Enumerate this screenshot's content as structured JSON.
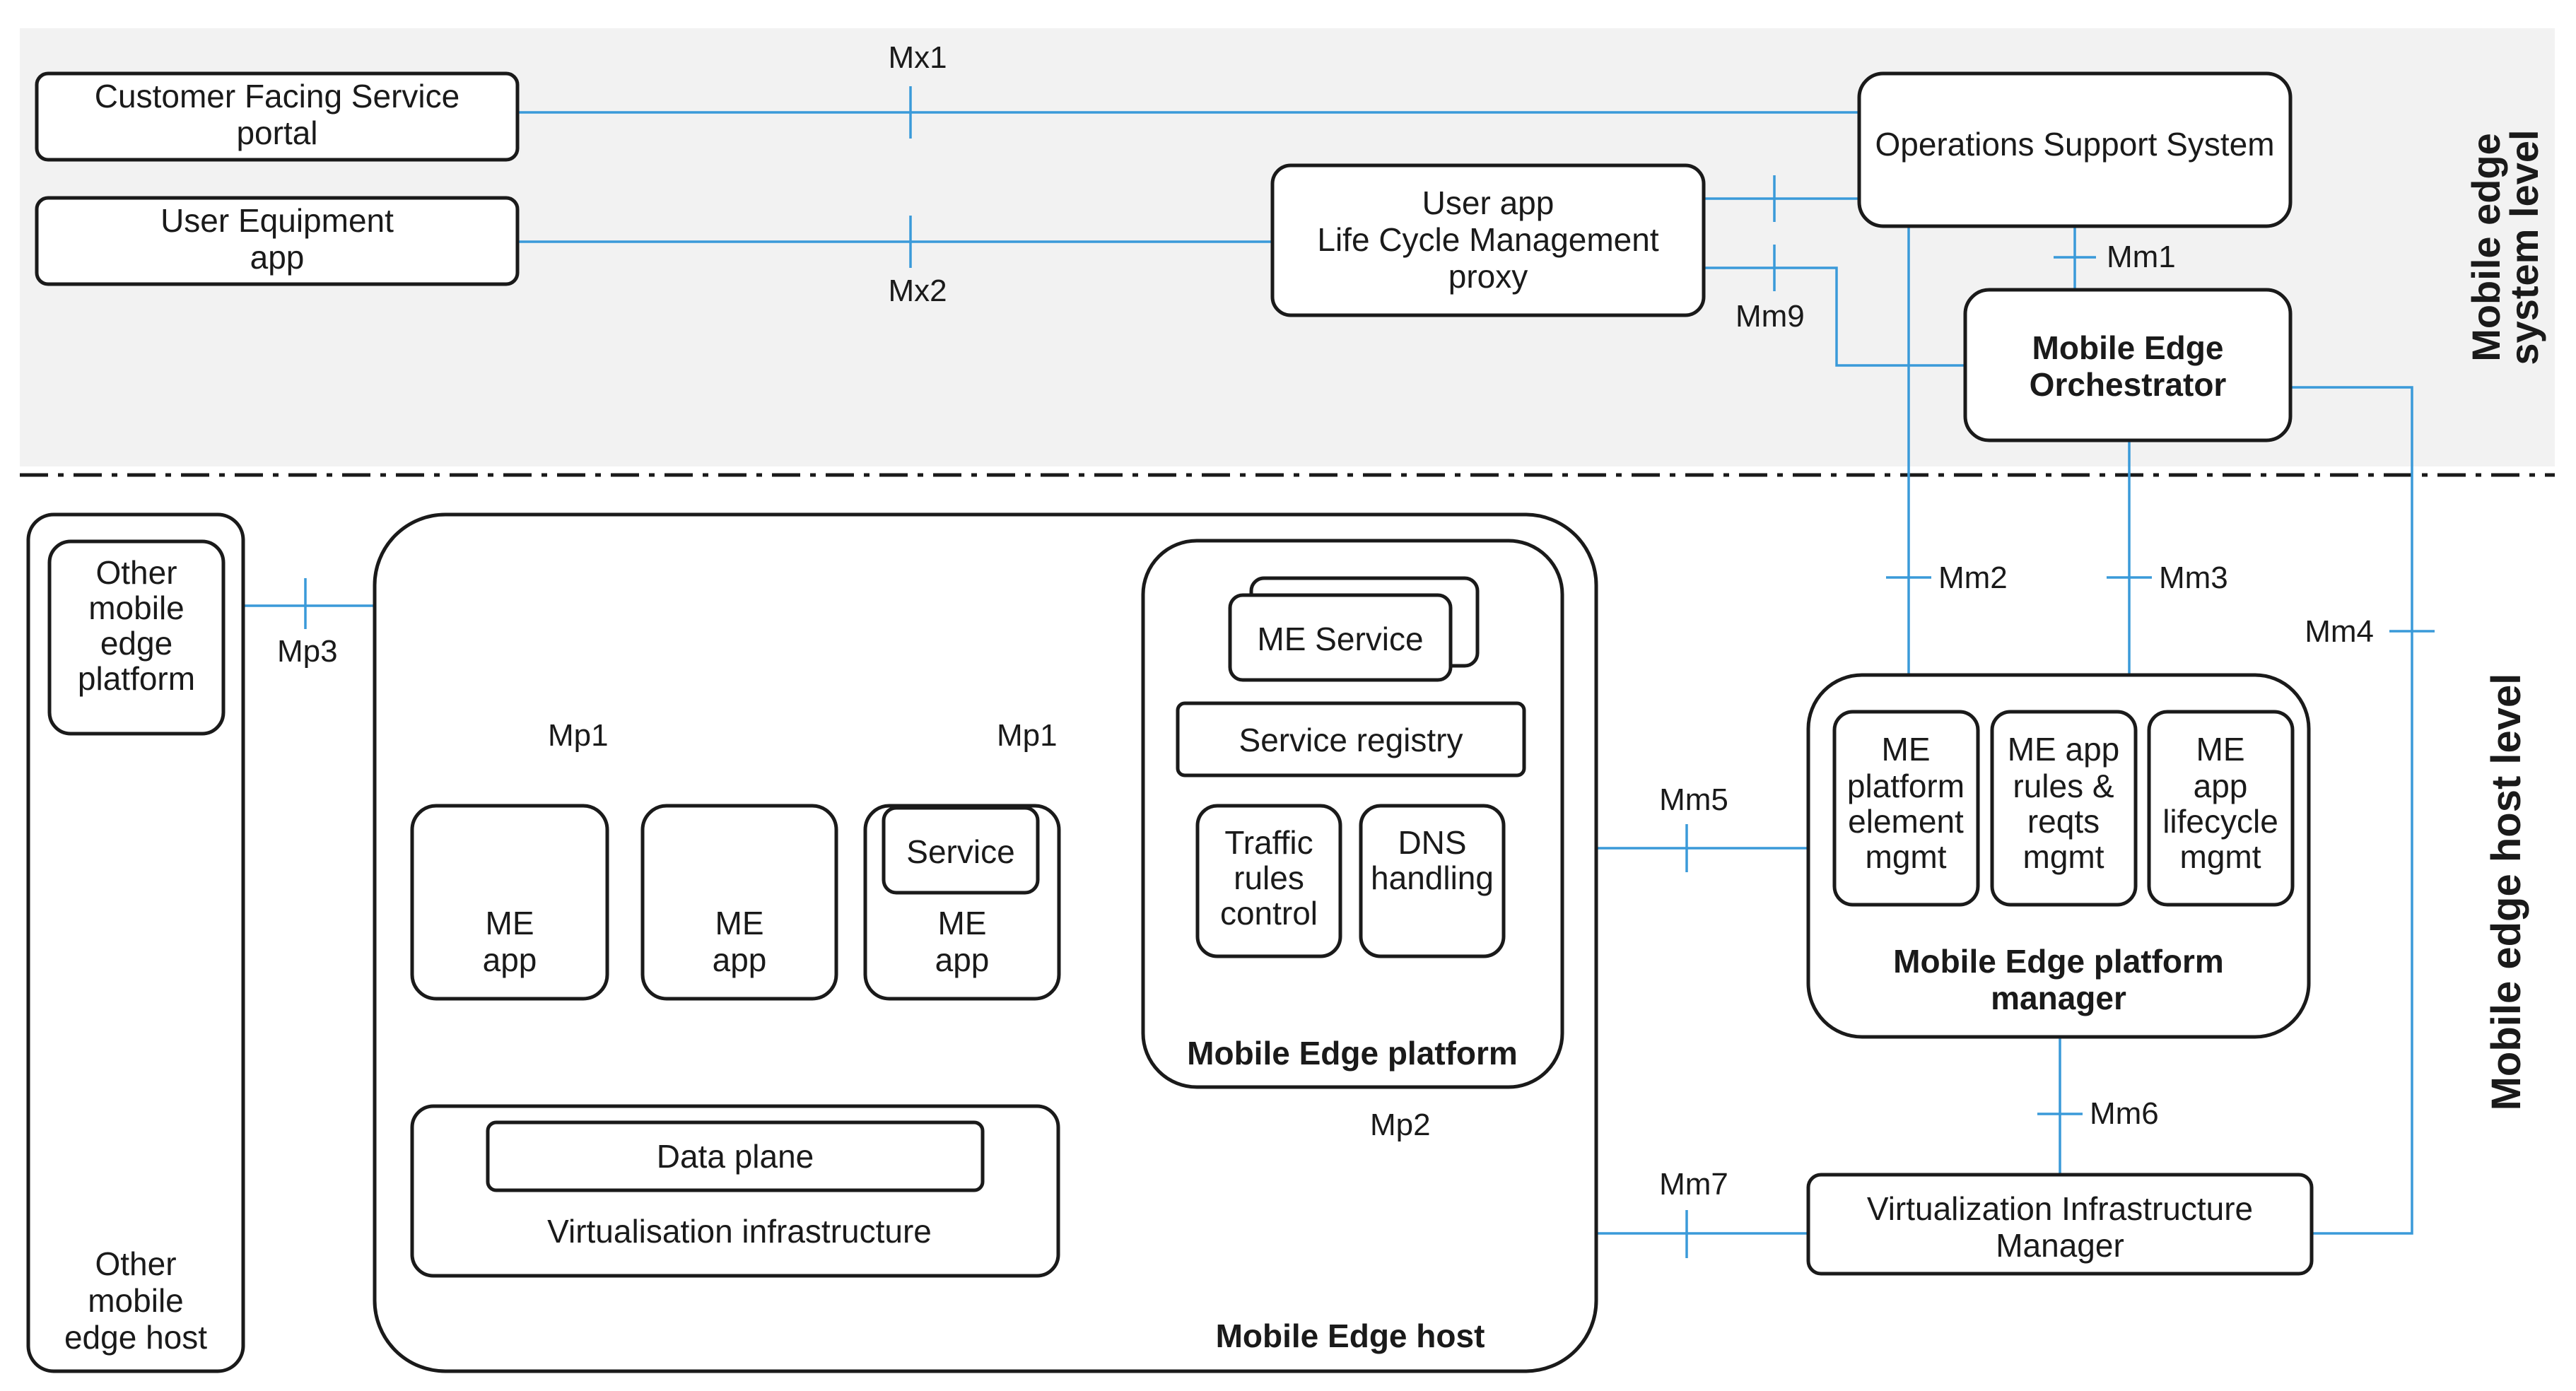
{
  "colors": {
    "connector": "#3a9ad9",
    "system_band": "#f2f2f2",
    "outline": "#1a1a1a"
  },
  "levels": {
    "system": "Mobile edge system level",
    "system_line1": "Mobile edge",
    "system_line2": "system level",
    "host": "Mobile edge host level"
  },
  "nodes": {
    "cfs_portal": [
      "Customer Facing Service",
      "portal"
    ],
    "ue_app": [
      "User Equipment",
      "app"
    ],
    "lcm_proxy": [
      "User app",
      "Life Cycle Management",
      "proxy"
    ],
    "oss": [
      "Operations Support System"
    ],
    "meo": [
      "Mobile Edge",
      "Orchestrator"
    ],
    "other_platform": [
      "Other",
      "mobile",
      "edge",
      "platform"
    ],
    "other_host": [
      "Other",
      "mobile",
      "edge host"
    ],
    "me_host": "Mobile Edge host",
    "me_platform": "Mobile Edge platform",
    "me_service": "ME Service",
    "service_registry": "Service registry",
    "traffic_rules": [
      "Traffic",
      "rules",
      "control"
    ],
    "dns_handling": [
      "DNS",
      "handling"
    ],
    "me_app_1": [
      "ME",
      "app"
    ],
    "me_app_2": [
      "ME",
      "app"
    ],
    "me_app_3": [
      "ME",
      "app"
    ],
    "service": "Service",
    "data_plane": "Data plane",
    "virt_infra": "Virtualisation infrastructure",
    "mepm": [
      "Mobile Edge platform",
      "manager"
    ],
    "platform_element_mgmt": [
      "ME",
      "platform",
      "element",
      "mgmt"
    ],
    "app_rules_mgmt": [
      "ME app",
      "rules &",
      "reqts",
      "mgmt"
    ],
    "app_lifecycle_mgmt": [
      "ME",
      "app",
      "lifecycle",
      "mgmt"
    ],
    "vim": [
      "Virtualization Infrastructure",
      "Manager"
    ]
  },
  "reference_points": {
    "mx1": "Mx1",
    "mx2": "Mx2",
    "mm1": "Mm1",
    "mm2": "Mm2",
    "mm3": "Mm3",
    "mm4": "Mm4",
    "mm5": "Mm5",
    "mm6": "Mm6",
    "mm7": "Mm7",
    "mm9": "Mm9",
    "mp1_a": "Mp1",
    "mp1_b": "Mp1",
    "mp2": "Mp2",
    "mp3": "Mp3"
  }
}
